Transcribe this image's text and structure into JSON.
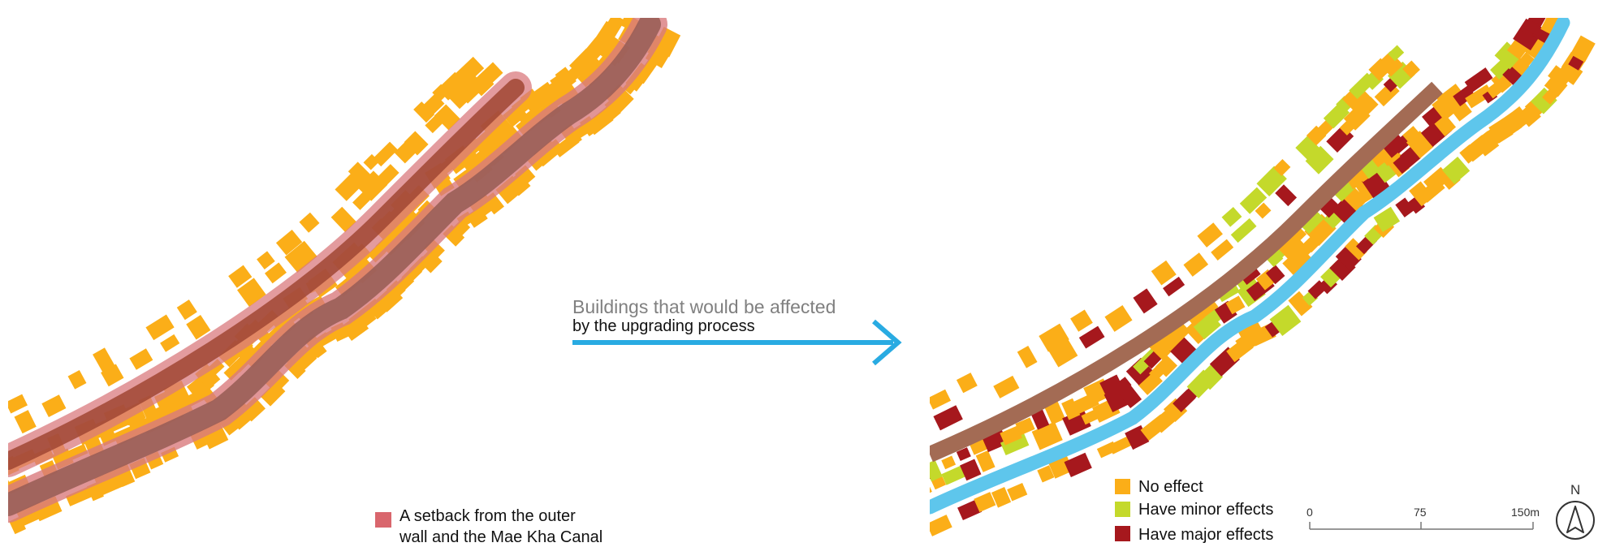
{
  "arrow": {
    "line1": "Buildings that would be affected",
    "line2": "by the upgrading process"
  },
  "left_map": {
    "legend": {
      "line1": "A setback from the outer",
      "line2": "wall and the Mae Kha Canal"
    }
  },
  "right_map": {
    "legend": [
      "No effect",
      "Have minor effects",
      "Have major effects"
    ],
    "scale": {
      "labels": [
        "0",
        "75",
        "150m"
      ]
    },
    "north": "N"
  },
  "colors": {
    "no_effect": "#fbae18",
    "minor": "#c4d92b",
    "major": "#a6181d",
    "setback_outline": "#d97a7d",
    "setback_fill": "#9b5f58",
    "road": "#a36b54",
    "canal": "#5ec6ec",
    "arrow": "#29abe2",
    "arrow_text_top": "#808080",
    "legend_pink": "#d9666d"
  }
}
